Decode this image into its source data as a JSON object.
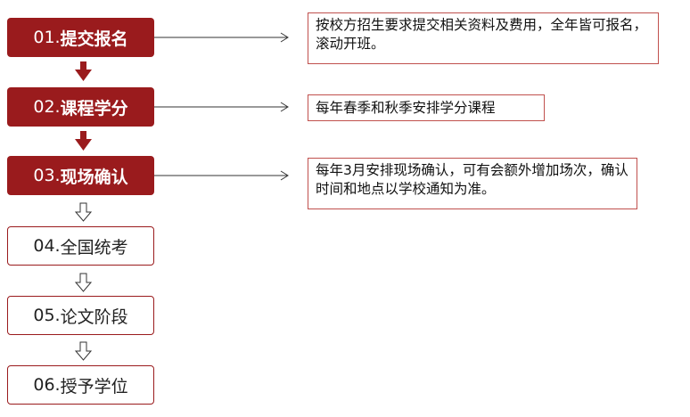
{
  "steps": [
    {
      "number": "01.",
      "title": "提交报名",
      "style": "filled"
    },
    {
      "number": "02.",
      "title": "课程学分",
      "style": "filled"
    },
    {
      "number": "03.",
      "title": "现场确认",
      "style": "filled"
    },
    {
      "number": "04.",
      "title": "全国统考",
      "style": "outline"
    },
    {
      "number": "05.",
      "title": "论文阶段",
      "style": "outline"
    },
    {
      "number": "06.",
      "title": "授予学位",
      "style": "outline"
    }
  ],
  "notes": [
    "按校方招生要求提交相关资料及费用，全年皆可报名，滚动开班。",
    "每年春季和秋季安排学分课程",
    "每年3月安排现场确认，可有会额外增加场次，确认时间和地点以学校通知为准。"
  ],
  "colors": {
    "filled": "#9a1b1d",
    "outline_border": "#9a1b1d",
    "note_border": "#c0504d",
    "connector": "#333333"
  }
}
